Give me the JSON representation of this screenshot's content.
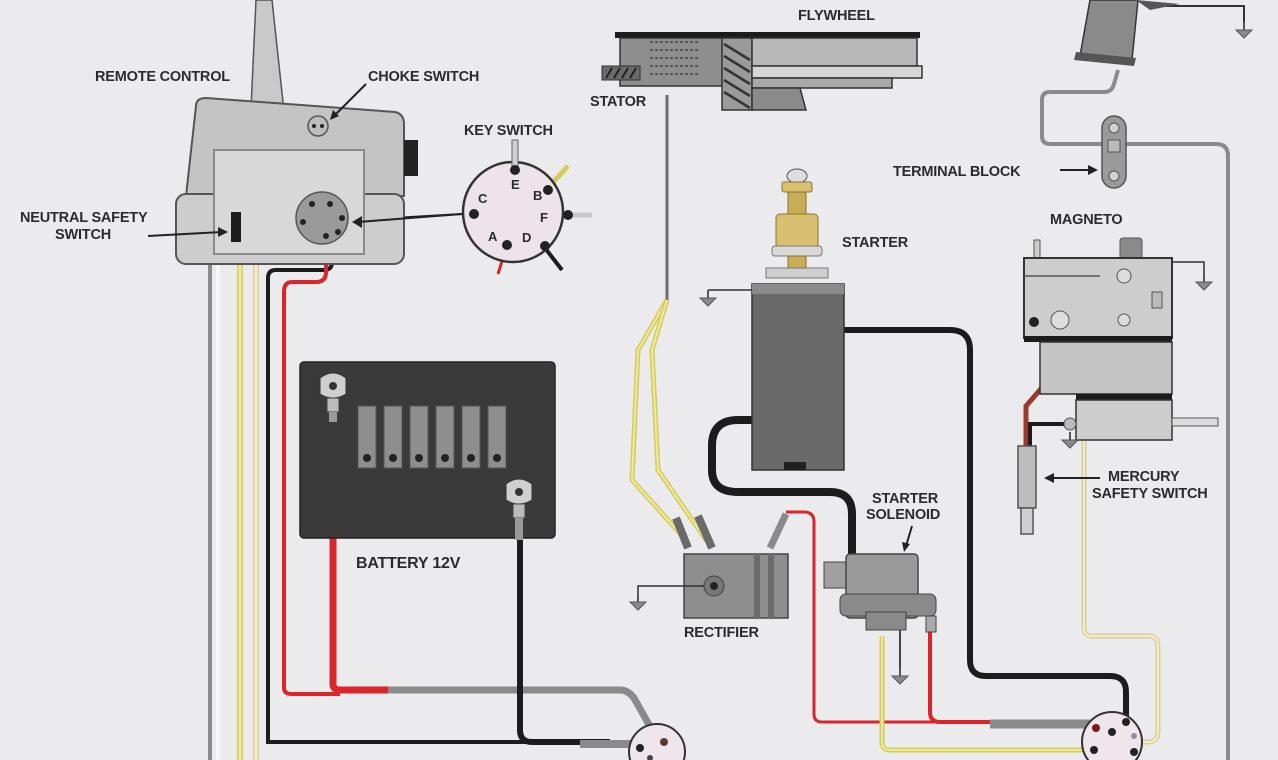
{
  "diagram": {
    "title": "Outboard Motor Ignition & Starting Wiring Diagram",
    "colors": {
      "background": "#ebebed",
      "wire_red": "#d8262b",
      "wire_black": "#1c1c1c",
      "wire_yellow": "#e6e07a",
      "wire_tan": "#e8dcb0",
      "wire_gray": "#8a8a8a",
      "wire_white": "#f6f6f6",
      "battery_body": "#3a3a3a",
      "component_gray": "#9a9a9a",
      "component_light": "#cfcfcf",
      "brass": "#d9c070"
    },
    "labels": {
      "remote_control": "REMOTE CONTROL",
      "choke_switch": "CHOKE SWITCH",
      "key_switch": "KEY SWITCH",
      "neutral_safety_switch_line1": "NEUTRAL SAFETY",
      "neutral_safety_switch_line2": "SWITCH",
      "flywheel": "FLYWHEEL",
      "stator": "STATOR",
      "terminal_block": "TERMINAL BLOCK",
      "magneto": "MAGNETO",
      "starter": "STARTER",
      "battery": "BATTERY 12V",
      "starter_solenoid_line1": "STARTER",
      "starter_solenoid_line2": "SOLENOID",
      "rectifier": "RECTIFIER",
      "mercury_safety_switch_line1": "MERCURY",
      "mercury_safety_switch_line2": "SAFETY SWITCH"
    },
    "key_switch_terminals": [
      "A",
      "B",
      "C",
      "D",
      "E",
      "F"
    ],
    "battery_cells": 6
  }
}
